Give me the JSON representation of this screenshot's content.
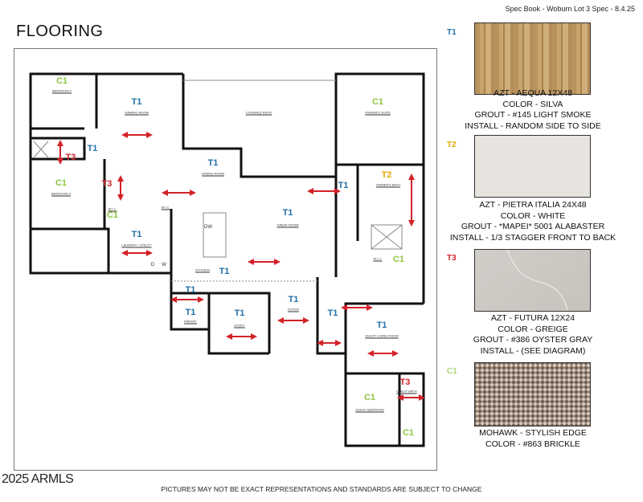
{
  "header": {
    "title": "FLOORING",
    "spec_book": "Spec Book - Woburn Lot 3 Spec - 8.4.25"
  },
  "colors": {
    "T1": "#1f6fa8",
    "T2": "#e0a800",
    "T3": "#d3222a",
    "C1": "#8dc63f",
    "arrow": "#d3222a"
  },
  "plan": {
    "tags": [
      "C1",
      "T1",
      "T1",
      "T3",
      "C1",
      "T3",
      "C1",
      "T1",
      "T1",
      "T1",
      "T1",
      "T1",
      "T1",
      "T1",
      "T1",
      "T1",
      "T2",
      "C1",
      "T1",
      "T1",
      "T3",
      "C1",
      "C1",
      "C1"
    ],
    "rooms": [
      "BEDROOM 2",
      "GAMING ROOM",
      "BEDROOM 3",
      "W.I.C.",
      "W.I.C.",
      "LAUNDRY / UTILITY",
      "DINING ROOM",
      "GREAT ROOM",
      "KITCHEN",
      "COVERED PATIO",
      "PANTRY",
      "STUDY",
      "FOYER",
      "OWNER'S SUITE",
      "OWNER'S BATH",
      "W.I.C.",
      "GUEST LIVING ROOM",
      "GUEST BATH",
      "GUEST BEDROOM",
      "DW",
      "W",
      "D"
    ]
  },
  "materials": [
    {
      "tag": "T1",
      "lines": [
        "AZT - AEQUA 12X48",
        "COLOR - SILVA",
        "GROUT - #145 LIGHT SMOKE",
        "INSTALL - RANDOM SIDE TO SIDE"
      ]
    },
    {
      "tag": "T2",
      "lines": [
        "AZT - PIETRA ITALIA 24X48",
        "COLOR - WHITE",
        "GROUT - *MAPEI* 5001 ALABASTER",
        "INSTALL - 1/3 STAGGER FRONT TO BACK"
      ]
    },
    {
      "tag": "T3",
      "lines": [
        "AZT - FUTURA 12X24",
        "COLOR - GREIGE",
        "GROUT - #386 OYSTER GRAY",
        "INSTALL - (SEE DIAGRAM)"
      ]
    },
    {
      "tag": "C1",
      "lines": [
        "MOHAWK - STYLISH EDGE",
        "COLOR - #863 BRICKLE"
      ]
    }
  ],
  "footer": {
    "copyright": "2025 ARMLS",
    "disclaimer": "PICTURES MAY NOT BE EXACT REPRESENTATIONS AND STANDARDS ARE SUBJECT TO CHANGE"
  }
}
